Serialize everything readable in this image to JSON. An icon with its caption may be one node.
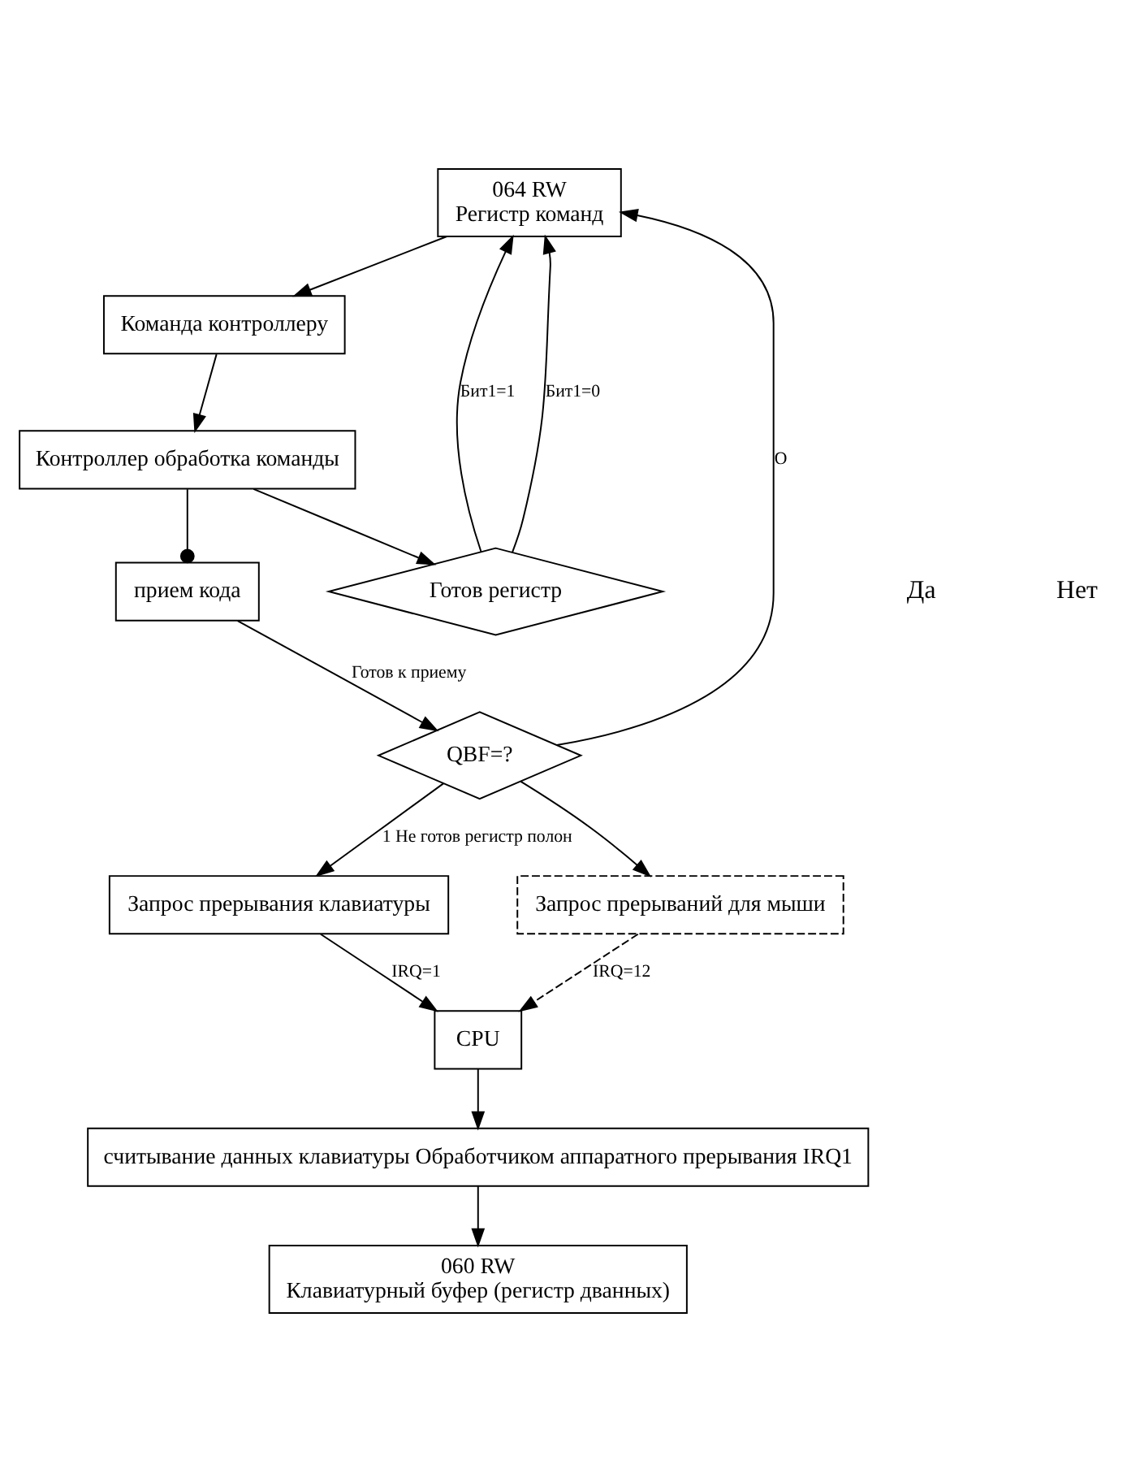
{
  "diagram": {
    "nodes": [
      {
        "text": [
          "064 RW",
          "Регистр команд"
        ]
      },
      {
        "text": [
          "Команда контроллеру"
        ]
      },
      {
        "text": [
          "Готов регистр"
        ]
      },
      {
        "text": [
          "Контроллер обработка команды"
        ]
      },
      {
        "text": [
          "QBF=?"
        ]
      },
      {
        "text": [
          "прием кода"
        ]
      },
      {
        "text": [
          "Запрос прерывания клавиатуры"
        ]
      },
      {
        "text": [
          "CPU"
        ]
      },
      {
        "text": [
          "Запрос прерываний для мыши"
        ]
      },
      {
        "text": [
          "считывание данных клавиатуры Обработчиком аппаратного прерывания IRQ1"
        ]
      },
      {
        "text": [
          "060 RW",
          "Клавиатурный буфер (регистр дванных)"
        ]
      }
    ],
    "edges": [
      {
        "from": 0,
        "to": 1,
        "arrow": "to"
      },
      {
        "from": 1,
        "to": 3,
        "arrow": "to"
      },
      {
        "from": 3,
        "to": 2,
        "arrow": "to"
      },
      {
        "from": 2,
        "to": 0,
        "arrow": "to",
        "label": "Бит1=1"
      },
      {
        "from": 2,
        "to": 0,
        "arrow": "to",
        "label": "Бит1=0"
      },
      {
        "from": 3,
        "to": 5,
        "arrow": "other"
      },
      {
        "from": 5,
        "to": 4,
        "arrow": "to",
        "label": "Готов к приему"
      },
      {
        "from": 4,
        "to": 0,
        "arrow": "to",
        "label": "O"
      },
      {
        "from": 4,
        "to": 6,
        "arrow": "to",
        "label": "1 Не готов регистр полон"
      },
      {
        "from": 4,
        "to": 8,
        "arrow": "to"
      },
      {
        "from": 6,
        "to": 7,
        "arrow": "to",
        "label": "IRQ=1"
      },
      {
        "from": 8,
        "to": 7,
        "arrow": "to",
        "label": "IRQ=12",
        "style": "dashed"
      },
      {
        "from": 7,
        "to": 9,
        "arrow": "to"
      },
      {
        "from": 9,
        "to": 10,
        "arrow": "to"
      }
    ],
    "labels": [
      "Да",
      "Нет"
    ]
  }
}
